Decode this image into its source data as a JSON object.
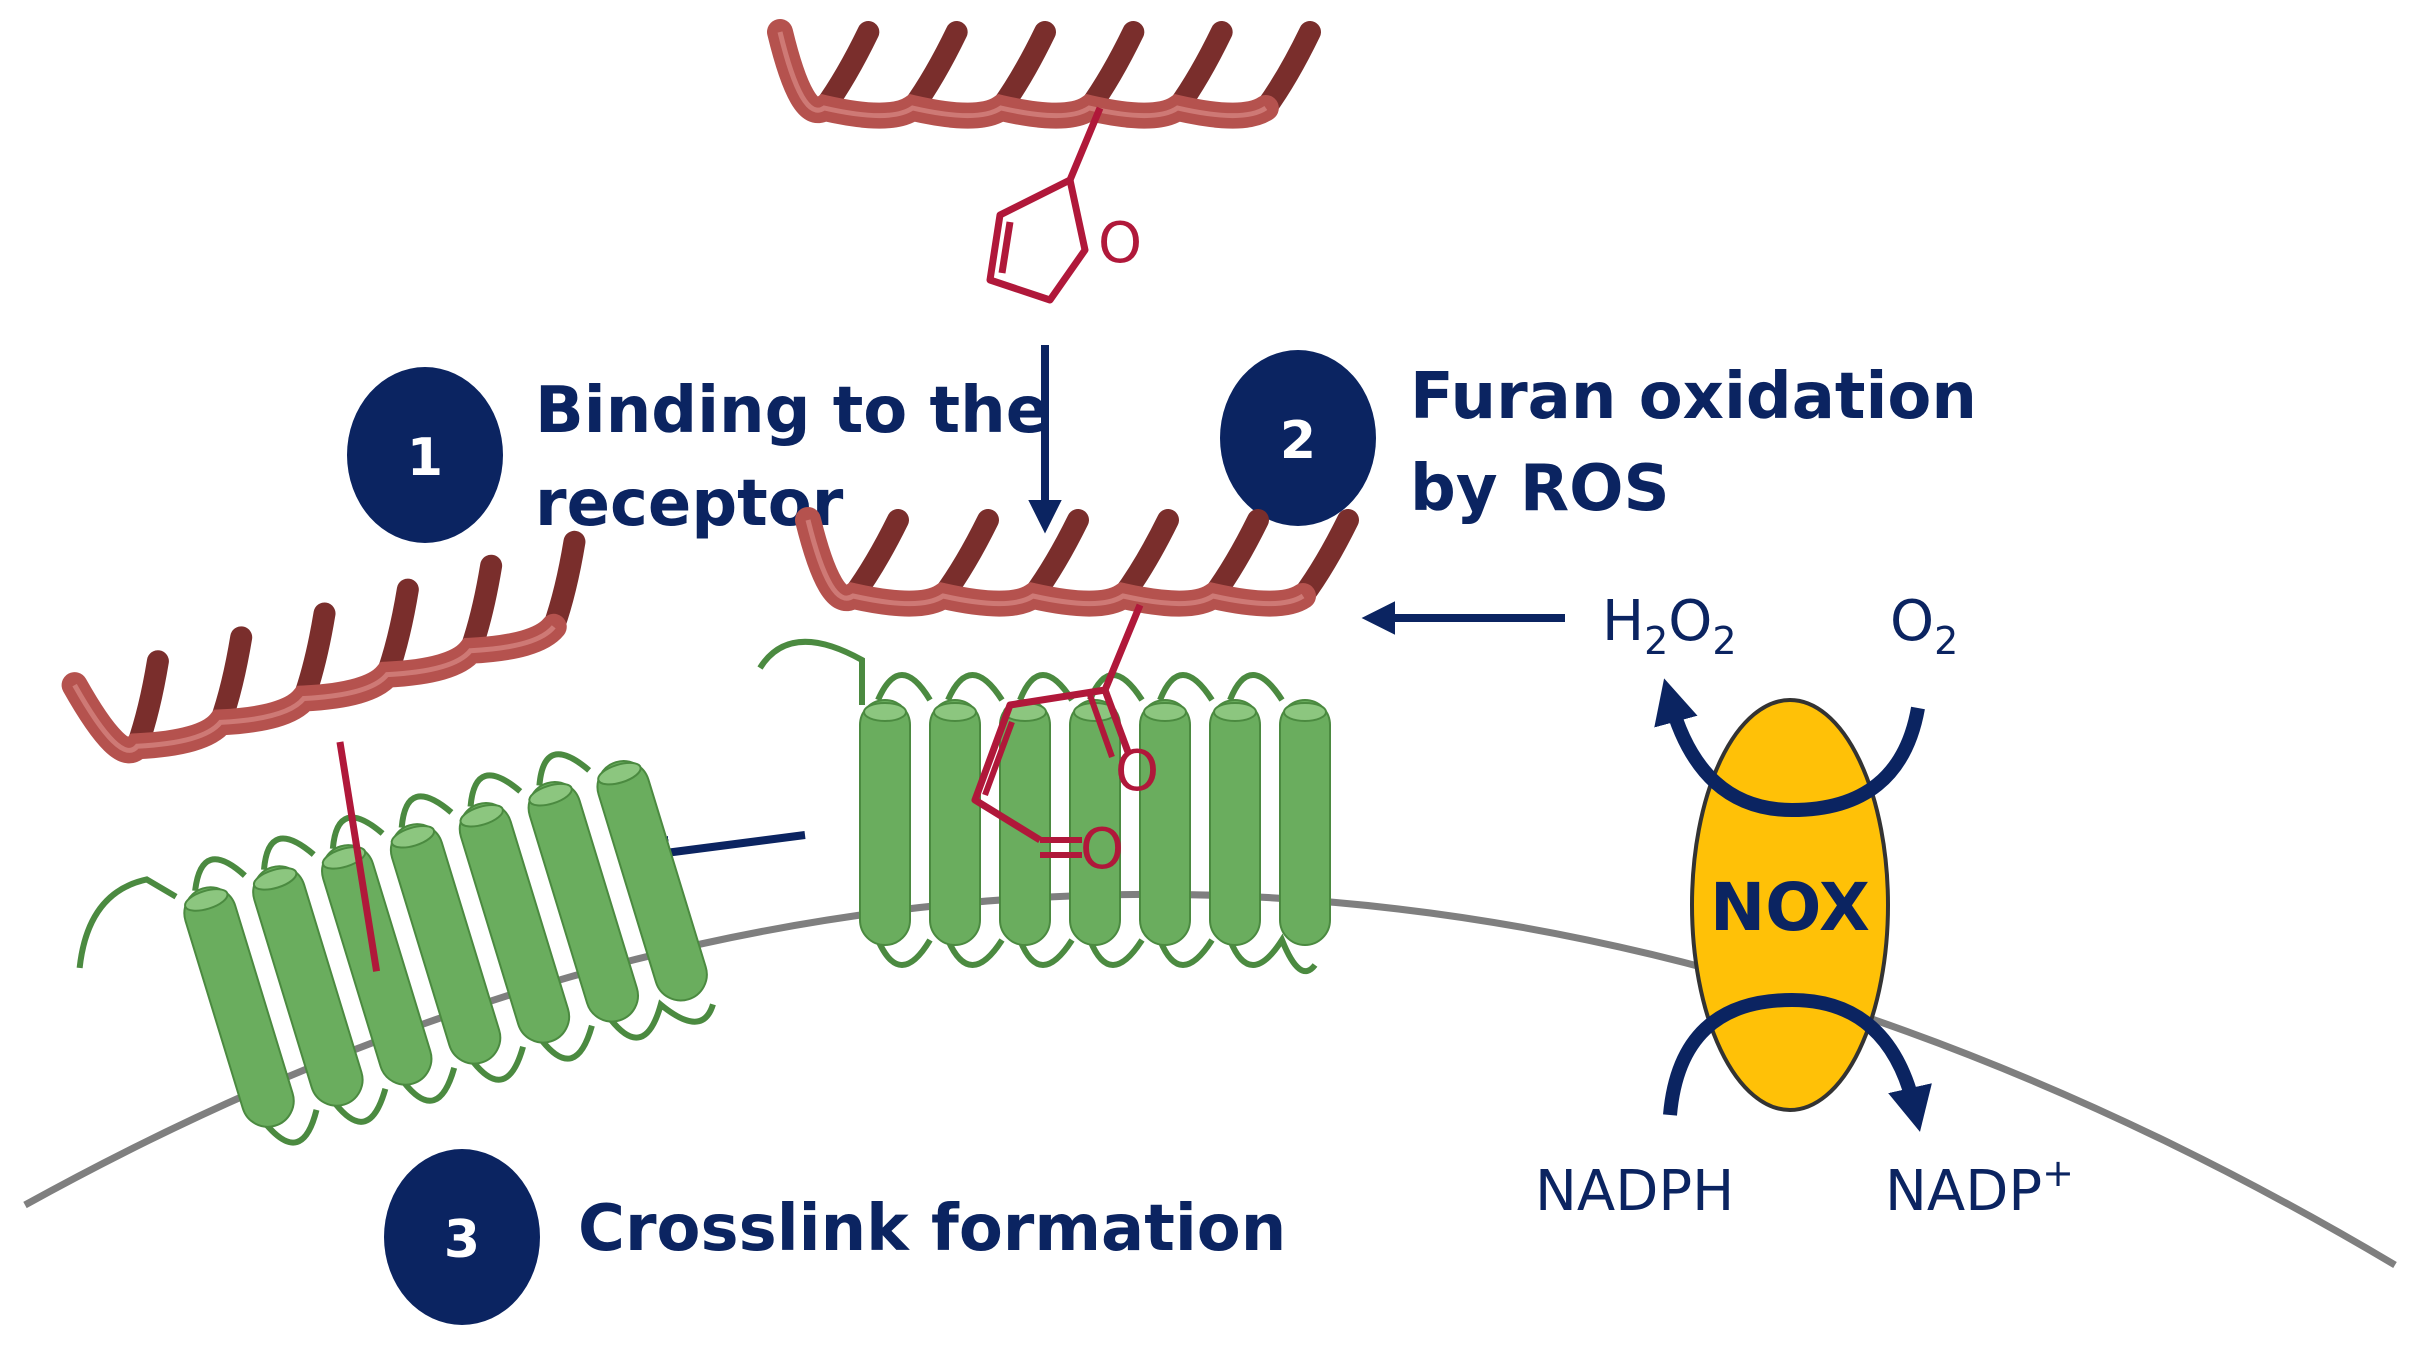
{
  "steps": [
    {
      "number": "1",
      "line1": "Binding to the",
      "line2": "receptor"
    },
    {
      "number": "2",
      "line1": "Furan oxidation",
      "line2": "by ROS"
    },
    {
      "number": "3",
      "line1": "Crosslink formation"
    }
  ],
  "labels": {
    "h2o2_h": "H",
    "h2o2_sub1": "2",
    "h2o2_o": "O",
    "h2o2_sub2": "2",
    "o2_o": "O",
    "o2_sub": "2",
    "nadph": "NADPH",
    "nadp": "NADP",
    "nadp_sup": "+",
    "nox": "NOX",
    "furan_o": "O",
    "carbonyl_o1": "O",
    "carbonyl_o2": "O"
  },
  "colors": {
    "navy": "#0b2461",
    "helix": "#b5524e",
    "helix_dark": "#7a2e2c",
    "chem_red": "#b0183a",
    "green": "#6aad5e",
    "green_dark": "#4b8a40",
    "nox_fill": "#ffc107",
    "membrane": "#7f7f7f"
  }
}
